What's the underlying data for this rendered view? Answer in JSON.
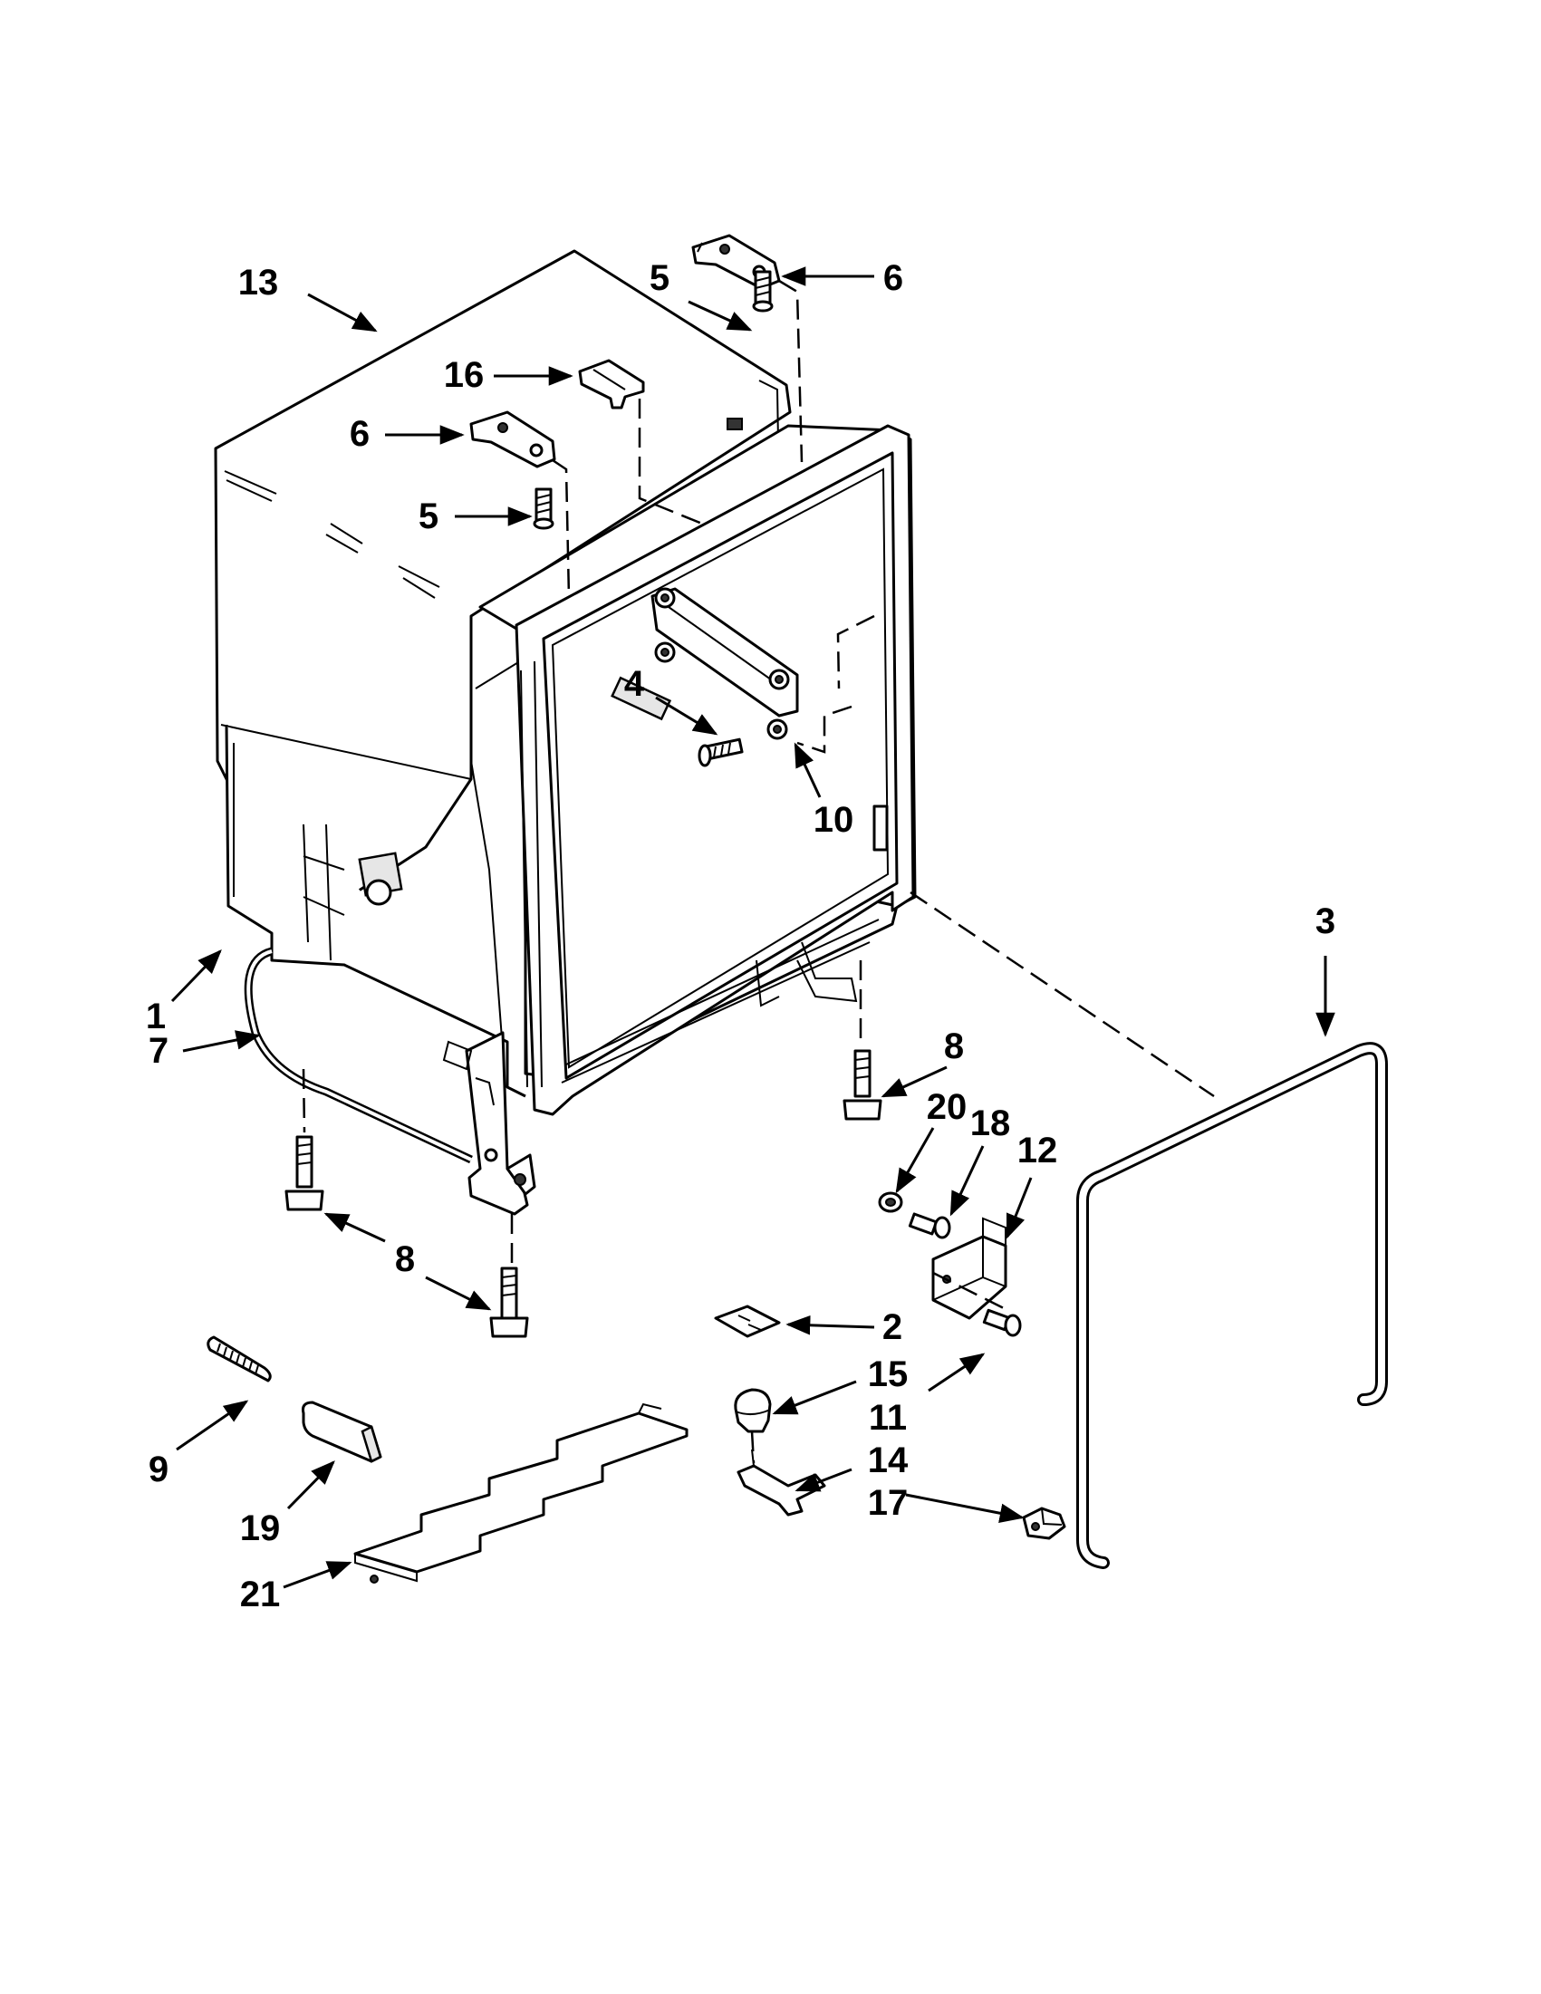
{
  "callouts": [
    {
      "id": "13",
      "label": "13"
    },
    {
      "id": "5a",
      "label": "5"
    },
    {
      "id": "6a",
      "label": "6"
    },
    {
      "id": "16",
      "label": "16"
    },
    {
      "id": "6b",
      "label": "6"
    },
    {
      "id": "5b",
      "label": "5"
    },
    {
      "id": "4",
      "label": "4"
    },
    {
      "id": "10",
      "label": "10"
    },
    {
      "id": "1",
      "label": "1"
    },
    {
      "id": "7",
      "label": "7"
    },
    {
      "id": "3",
      "label": "3"
    },
    {
      "id": "8a",
      "label": "8"
    },
    {
      "id": "20",
      "label": "20"
    },
    {
      "id": "18",
      "label": "18"
    },
    {
      "id": "12",
      "label": "12"
    },
    {
      "id": "8b",
      "label": "8"
    },
    {
      "id": "2",
      "label": "2"
    },
    {
      "id": "15",
      "label": "15"
    },
    {
      "id": "11",
      "label": "11"
    },
    {
      "id": "9",
      "label": "9"
    },
    {
      "id": "14",
      "label": "14"
    },
    {
      "id": "17",
      "label": "17"
    },
    {
      "id": "19",
      "label": "19"
    },
    {
      "id": "21",
      "label": "21"
    }
  ]
}
